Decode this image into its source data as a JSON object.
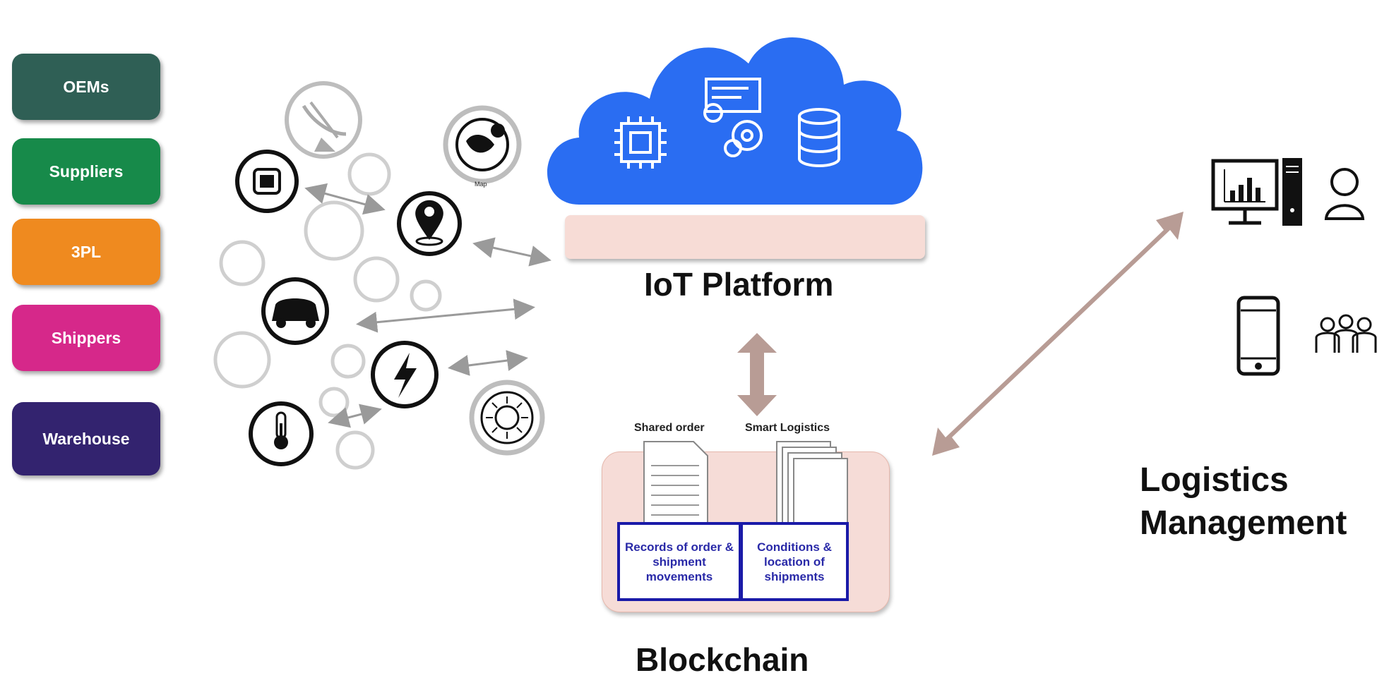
{
  "stakeholders": [
    {
      "label": "OEMs",
      "color": "#2f5f55"
    },
    {
      "label": "Suppliers",
      "color": "#178a4a"
    },
    {
      "label": "3PL",
      "color": "#ef8a1f"
    },
    {
      "label": "Shippers",
      "color": "#d6288a"
    },
    {
      "label": "Warehouse",
      "color": "#33236f"
    }
  ],
  "iot": {
    "label": "IoT Platform",
    "cloud_color": "#2a6df2"
  },
  "device_icons": [
    "satellite-dish-icon",
    "map-globe-icon",
    "smartwatch-icon",
    "location-pin-icon",
    "car-icon",
    "lightning-icon",
    "sun-sensor-icon",
    "thermometer-icon"
  ],
  "map_caption": "Map",
  "blockchain": {
    "label": "Blockchain",
    "shared_caption": "Shared order",
    "smart_caption": "Smart Logistics",
    "records_text": "Records of order & shipment movements",
    "conditions_text": "Conditions & location of shipments",
    "border_color": "#1a1aa8"
  },
  "logistics": {
    "line1": "Logistics",
    "line2": "Management",
    "icons": [
      "desktop-chart-icon",
      "server-tower-icon",
      "user-icon",
      "smartphone-icon",
      "group-icon"
    ]
  },
  "arrow_color": "#b89c95"
}
